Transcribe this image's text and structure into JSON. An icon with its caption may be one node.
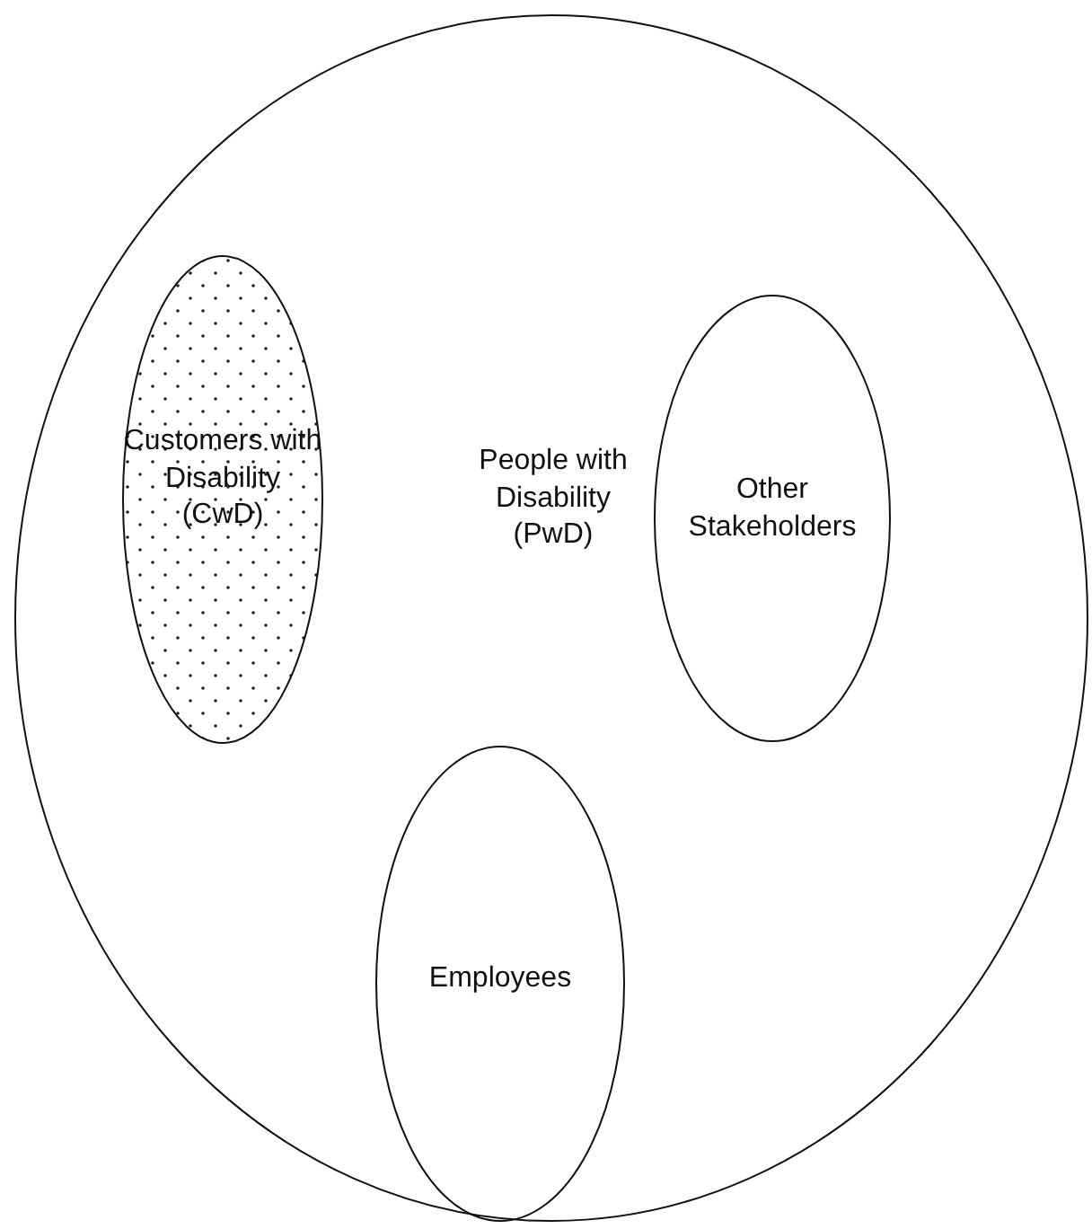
{
  "diagram": {
    "nodes": [
      {
        "text": [
          "People with Disability (PwD)"
        ]
      },
      {
        "text": [
          "Customers with Disability (CwD)"
        ],
        "in": 0
      },
      {
        "text": [
          "Other Stakeholders"
        ],
        "in": 0
      },
      {
        "text": [
          "Employees"
        ],
        "in": 0
      }
    ]
  }
}
